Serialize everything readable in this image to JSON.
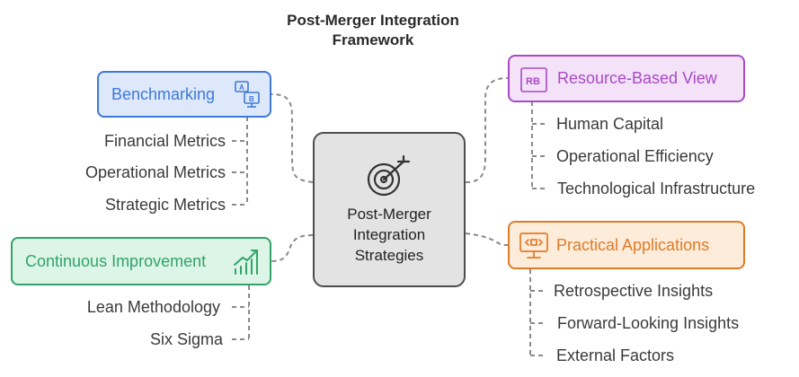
{
  "title": {
    "line1": "Post-Merger Integration",
    "line2": "Framework"
  },
  "center": {
    "line1": "Post-Merger",
    "line2": "Integration",
    "line3": "Strategies",
    "icon": "target-icon"
  },
  "branches": {
    "benchmarking": {
      "label": "Benchmarking",
      "icon": "ab-compare-icon",
      "color": "#3f78d6",
      "fill": "#dde9fb",
      "items": [
        "Financial Metrics",
        "Operational Metrics",
        "Strategic Metrics"
      ]
    },
    "continuous_improvement": {
      "label": "Continuous Improvement",
      "icon": "rising-chart-icon",
      "color": "#31a36b",
      "fill": "#dcf5e6",
      "items": [
        "Lean Methodology",
        "Six Sigma"
      ]
    },
    "resource_based_view": {
      "label": "Resource-Based View",
      "icon": "rb-icon",
      "icon_text": "RB",
      "color": "#a84ac4",
      "fill": "#f3e2f8",
      "items": [
        "Human Capital",
        "Operational Efficiency",
        "Technological Infrastructure"
      ]
    },
    "practical_applications": {
      "label": "Practical Applications",
      "icon": "code-monitor-icon",
      "color": "#e07b28",
      "fill": "#fdecd9",
      "items": [
        "Retrospective Insights",
        "Forward-Looking Insights",
        "External Factors"
      ]
    }
  },
  "connector_color": "#8a8a8a"
}
